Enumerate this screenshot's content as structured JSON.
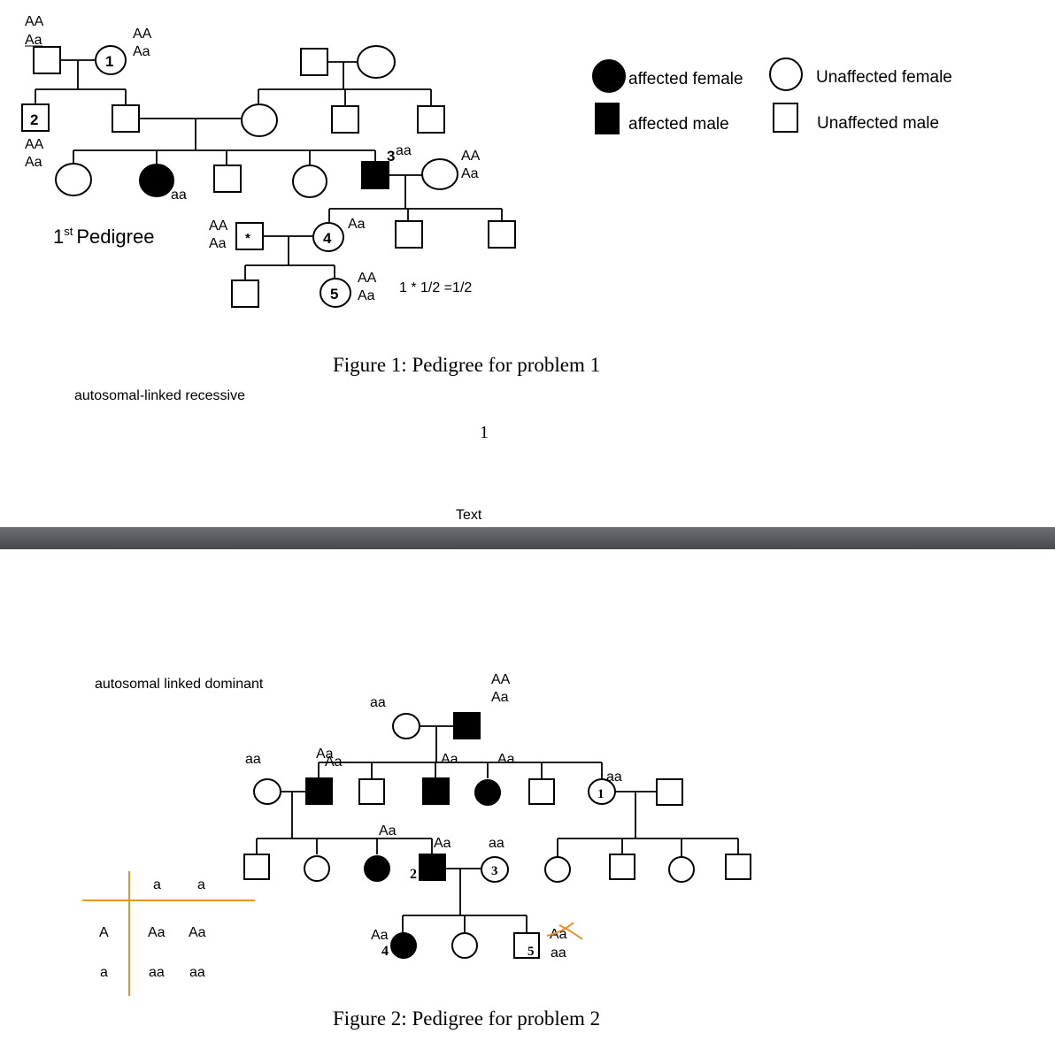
{
  "pedigree1": {
    "genotype_labels": {
      "p1_male_top": "AA",
      "p1_male_bot": "Aa",
      "p1_female_top": "AA",
      "p1_female_bot": "Aa",
      "p2_top": "AA",
      "p2_bot": "Aa",
      "affected_daughter": "aa",
      "p3_label": "aa",
      "p3_wife_top": "AA",
      "p3_wife_bot": "Aa",
      "star_top": "AA",
      "star_bot": "Aa",
      "p4": "Aa",
      "p5_top": "AA",
      "p5_bot": "Aa"
    },
    "numbers": {
      "n1": "1",
      "n2": "2",
      "n3": "3",
      "n4": "4",
      "n5": "5",
      "star": "*"
    },
    "pedigree_title": "1st Pedigree",
    "pedigree_title_main": "1",
    "pedigree_title_sup": "st",
    "pedigree_title_rest": "Pedigree",
    "calc": "1 * 1/2 =1/2",
    "figure_caption": "Figure 1:  Pedigree for problem 1",
    "mode_note": "autosomal-linked  recessive",
    "page_number": "1",
    "text_label": "Text"
  },
  "legend": {
    "affected_female": "affected female",
    "affected_male": "affected male",
    "unaffected_female": "Unaffected female",
    "unaffected_male": "Unaffected male"
  },
  "pedigree2": {
    "mode_note": "autosomal linked dominant",
    "labels": {
      "gp_female": "aa",
      "gp_male_top": "AA",
      "gp_male_bot": "Aa",
      "gen2_wife": "aa",
      "gen2_m1a": "Aa",
      "gen2_m1b": "Aa",
      "gen2_m2": "Aa",
      "gen2_f": "Aa",
      "p1": "aa",
      "gen3_f": "Aa",
      "gen3_m": "Aa",
      "p3": "aa",
      "p4": "Aa",
      "p5_struck": "Aa",
      "p5": "aa"
    },
    "numbers": {
      "n1": "1",
      "n2": "2",
      "n3": "3",
      "n4": "4",
      "n5": "5"
    },
    "punnett": {
      "cols": [
        "a",
        "a"
      ],
      "rows": [
        {
          "head": "A",
          "cells": [
            "Aa",
            "Aa"
          ]
        },
        {
          "head": "a",
          "cells": [
            "aa",
            "aa"
          ]
        }
      ],
      "color": "#e8922a"
    },
    "figure_caption": "Figure 2:  Pedigree for problem 2"
  }
}
